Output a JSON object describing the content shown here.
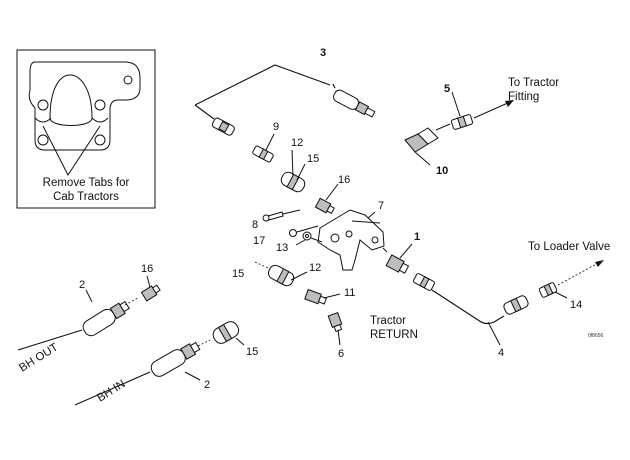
{
  "callouts": {
    "c1": "1",
    "c2a": "2",
    "c2b": "2",
    "c3": "3",
    "c4": "4",
    "c5": "5",
    "c6": "6",
    "c7": "7",
    "c8": "8",
    "c9": "9",
    "c10": "10",
    "c11": "11",
    "c12a": "12",
    "c12b": "12",
    "c13": "13",
    "c14": "14",
    "c15a": "15",
    "c15b": "15",
    "c15c": "15",
    "c16a": "16",
    "c16b": "16",
    "c17": "17"
  },
  "notes": {
    "to_tractor_line1": "To Tractor",
    "to_tractor_line2": "Fitting",
    "to_loader_valve": "To Loader Valve",
    "tractor_return_line1": "Tractor",
    "tractor_return_line2": "RETURN",
    "bh_out": "BH OUT",
    "bh_in": "BH IN",
    "inset_line1": "Remove Tabs for",
    "inset_line2": "Cab Tractors",
    "figure_id": "0f8656"
  }
}
